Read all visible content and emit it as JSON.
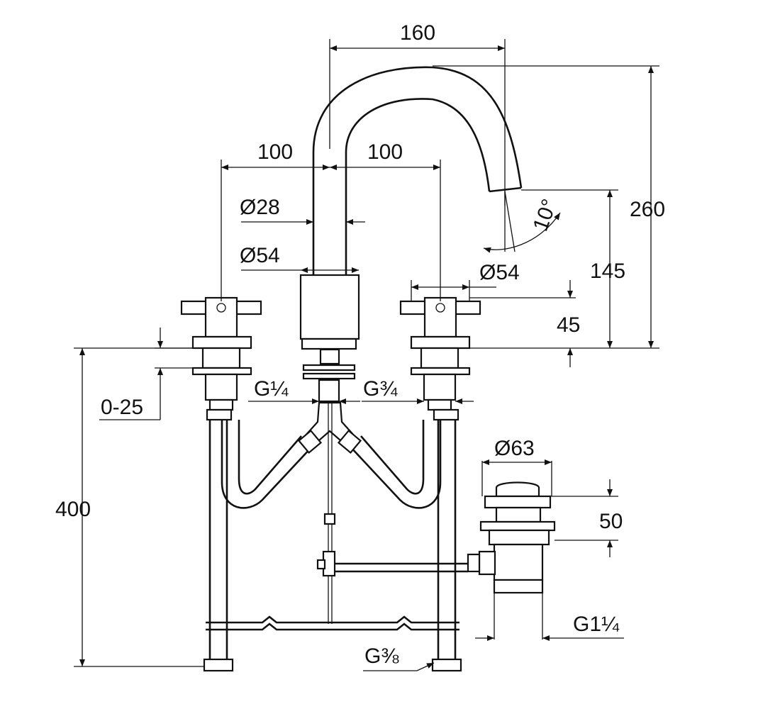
{
  "diagram": {
    "title": "",
    "colors": {
      "line": "#111111",
      "background": "#ffffff"
    },
    "dimensions": {
      "spout_reach": "160",
      "left_handle_spacing": "100",
      "right_handle_spacing": "100",
      "spout_diameter": "Ø28",
      "spout_base_diameter": "Ø54",
      "handle_base_diameter": "Ø54",
      "spout_height": "260",
      "outlet_height": "145",
      "handle_height": "45",
      "deck_thickness": "0-25",
      "hose_length": "400",
      "spout_thread": "G¼",
      "valve_thread": "G¾",
      "angle": "10°",
      "drain_diameter": "Ø63",
      "drain_height": "50",
      "drain_thread": "G1¼",
      "supply_thread": "G⅜"
    }
  }
}
